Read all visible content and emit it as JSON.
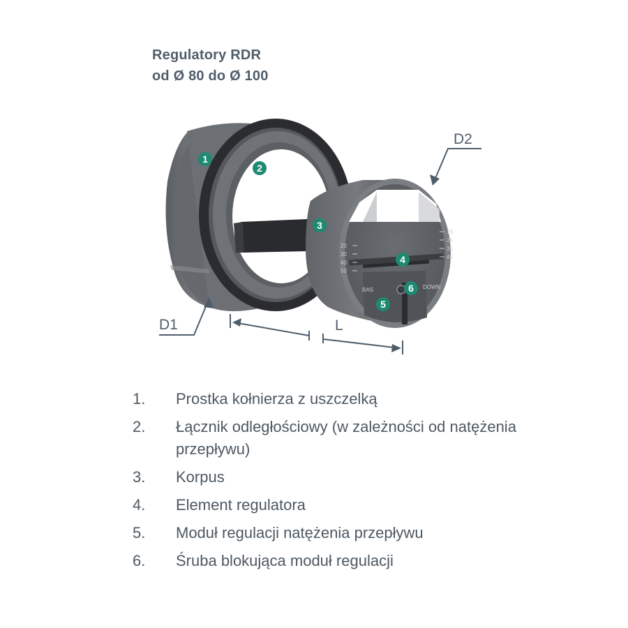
{
  "title": {
    "line1": "Regulatory RDR",
    "line2": "od Ø 80 do Ø 100"
  },
  "dimensions": {
    "d1": "D1",
    "d2": "D2",
    "l": "L"
  },
  "markers": [
    "1",
    "2",
    "3",
    "4",
    "5",
    "6"
  ],
  "scale_left": [
    "20",
    "30",
    "40",
    "50"
  ],
  "scale_right": [
    "15",
    "25",
    "35",
    "45"
  ],
  "module_labels": {
    "left": "BAS",
    "right": "DOWN"
  },
  "legend": [
    {
      "num": "1.",
      "text": "Prostka kołnierza z uszczelką"
    },
    {
      "num": "2.",
      "text": "Łącznik odległościowy (w zależności od natężenia przepływu)"
    },
    {
      "num": "3.",
      "text": "Korpus"
    },
    {
      "num": "4.",
      "text": "Element regulatora"
    },
    {
      "num": "5.",
      "text": "Moduł regulacji natężenia przepływu"
    },
    {
      "num": "6.",
      "text": "Śruba blokująca moduł regulacji"
    }
  ],
  "colors": {
    "marker": "#1e8a72",
    "arrows": "#4f5d6b",
    "body_gray": "#6b6e72",
    "gasket": "#2c2d30"
  }
}
